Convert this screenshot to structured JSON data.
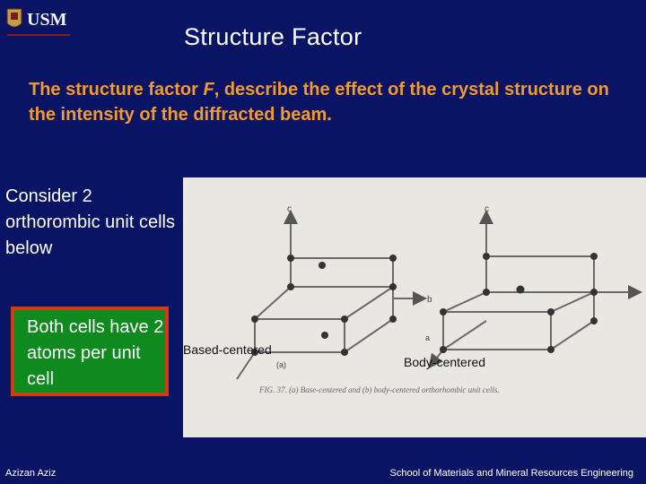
{
  "header": {
    "logo_text": "USM",
    "title": "Structure Factor"
  },
  "intro": {
    "part1": "The structure factor ",
    "italic": "F",
    "part2": ", describe the effect of the crystal structure on the intensity of the diffracted beam."
  },
  "left": {
    "consider": "Consider 2 orthorombic unit cells below",
    "both": "Both cells have 2 atoms per unit cell"
  },
  "figure": {
    "label_a": "Based-centered",
    "label_b": "Body-centered",
    "caption": "FIG. 37.  (a) Base-centered and (b) body-centered orthorhombic unit cells.",
    "sub_a": "(a)",
    "axis_c": "c",
    "axis_b": "b",
    "axis_a": "a"
  },
  "footer": {
    "author": "Azizan Aziz",
    "school": "School of Materials and Mineral Resources Engineering"
  },
  "colors": {
    "background": "#0a1464",
    "intro_text": "#f39a2c",
    "box_fill": "#0e8a1f",
    "box_border": "#d63a14"
  }
}
